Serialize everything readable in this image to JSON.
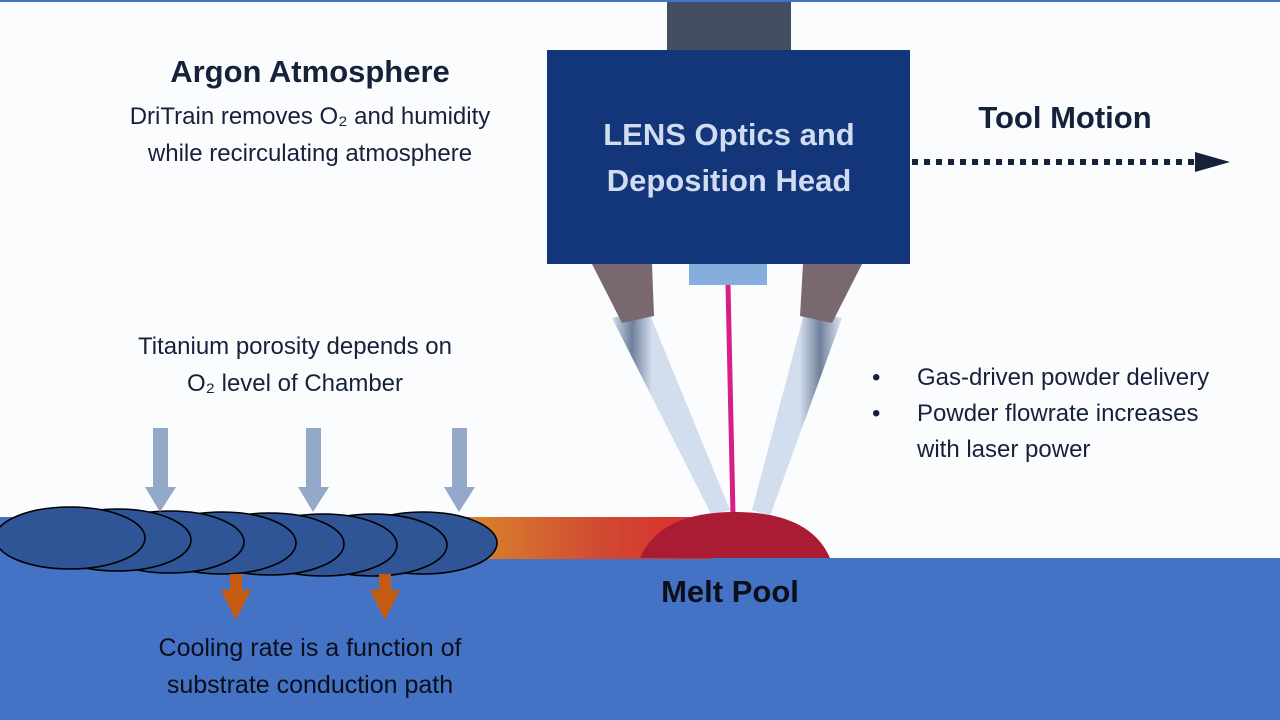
{
  "diagram": {
    "title": "LENS Directed Energy Deposition Process",
    "argon": {
      "title": "Argon Atmosphere",
      "line1": "DriTrain removes O₂ and humidity",
      "line2": "while recirculating atmosphere"
    },
    "head": {
      "line1": "LENS Optics and",
      "line2": "Deposition Head"
    },
    "tool_motion": "Tool Motion",
    "titanium": {
      "line1": "Titanium porosity depends on",
      "line2": "O₂ level of Chamber"
    },
    "bullets": [
      {
        "marker": "•",
        "lines": [
          "Gas-driven powder delivery"
        ]
      },
      {
        "marker": "•",
        "lines": [
          "Powder flowrate increases",
          "with laser power"
        ]
      }
    ],
    "melt_pool": "Melt Pool",
    "cooling": {
      "line1": "Cooling rate is a function of",
      "line2": "substrate conduction path"
    },
    "colors": {
      "substrate": "#4472c4",
      "head_box": "#13357a",
      "head_text": "#d0dcef",
      "mount": "#434f61",
      "laser": "#d81f83",
      "melt_pool": "#a91c34",
      "deposited_bead": "#2f5597",
      "nozzle_tip": "#7a6870",
      "argon_arrow": "#94a8c9",
      "cooling_arrow": "#c55a11",
      "lens": "#86aedd",
      "text": "#16213a"
    }
  }
}
